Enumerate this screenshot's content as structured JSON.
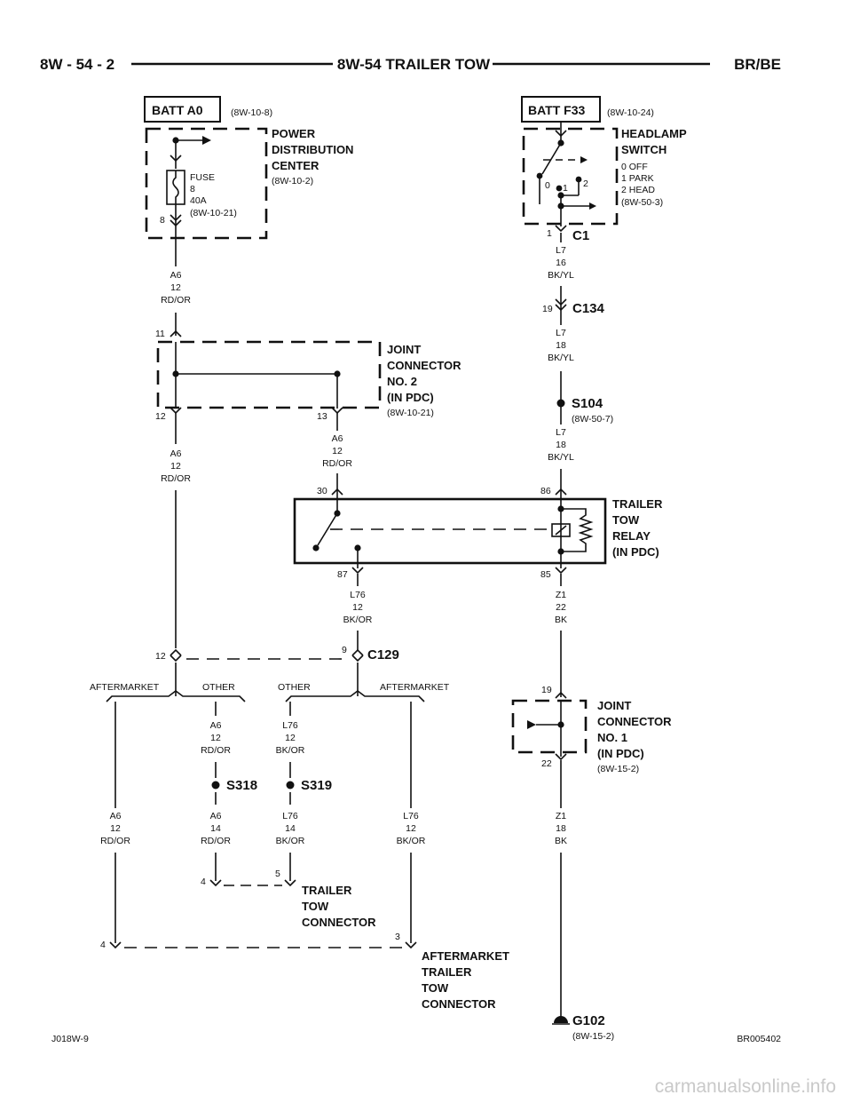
{
  "header": {
    "page_number": "8W - 54 - 2",
    "section_title": "8W-54 TRAILER TOW",
    "model": "BR/BE"
  },
  "footer": {
    "left_code": "J018W-9",
    "right_code": "BR005402",
    "watermark": "carmanualsonline.info"
  },
  "batt_a0": {
    "label": "BATT A0",
    "ref": "(8W-10-8)"
  },
  "pdc": {
    "title_lines": [
      "POWER",
      "DISTRIBUTION",
      "CENTER"
    ],
    "ref": "(8W-10-2)"
  },
  "fuse": {
    "lines": [
      "FUSE",
      "8",
      "40A",
      "(8W-10-21)"
    ],
    "pin": "8"
  },
  "batt_f33": {
    "label": "BATT F33",
    "ref": "(8W-10-24)"
  },
  "headlamp_switch": {
    "title_lines": [
      "HEADLAMP",
      "SWITCH"
    ],
    "positions": [
      "0 OFF",
      "1 PARK",
      "2 HEAD"
    ],
    "ref": "(8W-50-3)",
    "pos_marks": [
      "0",
      "1",
      "2"
    ],
    "pin": "1",
    "connector": "C1"
  },
  "wires": {
    "a6_top": [
      "A6",
      "12",
      "RD/OR"
    ],
    "a6_left": [
      "A6",
      "12",
      "RD/OR"
    ],
    "a6_mid": [
      "A6",
      "12",
      "RD/OR"
    ],
    "l7_top": [
      "L7",
      "16",
      "BK/YL"
    ],
    "l7_mid": [
      "L7",
      "18",
      "BK/YL"
    ],
    "l7_low": [
      "L7",
      "18",
      "BK/YL"
    ],
    "l76_relay": [
      "L76",
      "12",
      "BK/OR"
    ],
    "z1_relay": [
      "Z1",
      "22",
      "BK"
    ],
    "a6_other": [
      "A6",
      "12",
      "RD/OR"
    ],
    "l76_other": [
      "L76",
      "12",
      "BK/OR"
    ],
    "a6_after": [
      "A6",
      "12",
      "RD/OR"
    ],
    "a6_s318": [
      "A6",
      "14",
      "RD/OR"
    ],
    "l76_s319": [
      "L76",
      "14",
      "BK/OR"
    ],
    "l76_after": [
      "L76",
      "12",
      "BK/OR"
    ],
    "z1_ground": [
      "Z1",
      "18",
      "BK"
    ]
  },
  "c134": {
    "label": "C134",
    "pin": "19"
  },
  "s104": {
    "label": "S104",
    "ref": "(8W-50-7)"
  },
  "joint2": {
    "title_lines": [
      "JOINT",
      "CONNECTOR",
      "NO. 2",
      "(IN PDC)"
    ],
    "ref": "(8W-10-21)",
    "pin_in": "11",
    "pin_out_left": "12",
    "pin_out_right": "13"
  },
  "relay": {
    "title_lines": [
      "TRAILER",
      "TOW",
      "RELAY",
      "(IN PDC)"
    ],
    "pins": {
      "p30": "30",
      "p86": "86",
      "p87": "87",
      "p85": "85"
    }
  },
  "c129": {
    "label": "C129",
    "pin_left": "12",
    "pin_right": "9"
  },
  "branches": {
    "aftermarket_left": "AFTERMARKET",
    "other_left": "OTHER",
    "other_right": "OTHER",
    "aftermarket_right": "AFTERMARKET"
  },
  "s318": {
    "label": "S318"
  },
  "s319": {
    "label": "S319"
  },
  "joint1": {
    "title_lines": [
      "JOINT",
      "CONNECTOR",
      "NO. 1",
      "(IN PDC)"
    ],
    "ref": "(8W-15-2)",
    "pin_in": "19",
    "pin_out": "22"
  },
  "trailer_tow_connector": {
    "title_lines": [
      "TRAILER",
      "TOW",
      "CONNECTOR"
    ],
    "pin_left": "4",
    "pin_right": "5"
  },
  "aftermarket_connector": {
    "title_lines": [
      "AFTERMARKET",
      "TRAILER",
      "TOW",
      "CONNECTOR"
    ],
    "pin_left": "4",
    "pin_right": "3"
  },
  "g102": {
    "label": "G102",
    "ref": "(8W-15-2)"
  }
}
